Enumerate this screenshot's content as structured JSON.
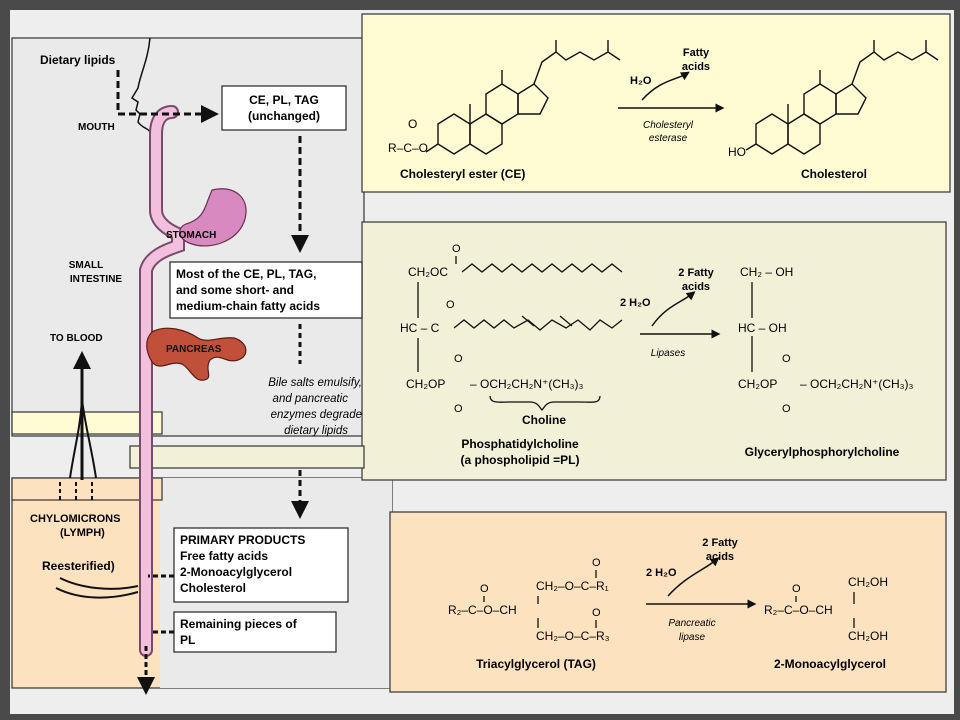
{
  "colors": {
    "frame": "#4a4a4a",
    "panel_grey": "#eeeeee",
    "panel_yellow": "#fffbd2",
    "panel_green": "#f2f1d8",
    "panel_orange": "#fde2c0",
    "intestine": "#f2c0dc",
    "stomach": "#d88ac0",
    "pancreas": "#c0503a"
  },
  "left": {
    "dietary_lipids": "Dietary lipids",
    "mouth": "MOUTH",
    "stomach": "STOMACH",
    "small_intestine_1": "SMALL",
    "small_intestine_2": "INTESTINE",
    "to_blood": "TO BLOOD",
    "pancreas": "PANCREAS",
    "chylomicrons_1": "CHYLOMICRONS",
    "chylomicrons_2": "(LYMPH)",
    "reesterified": "Reesterified)",
    "box1_l1": "CE, PL, TAG",
    "box1_l2": "(unchanged)",
    "box2_l1": "Most of the CE, PL, TAG,",
    "box2_l2": "and some short- and",
    "box2_l3": "medium-chain fatty acids",
    "bile_l1": "Bile salts emulsify,",
    "bile_l2": "and pancreatic",
    "bile_l3": "enzymes degrade",
    "bile_l4": "dietary lipids",
    "box3_l1": "PRIMARY PRODUCTS",
    "box3_l2": "Free fatty acids",
    "box3_l3": "2-Monoacylglycerol",
    "box3_l4": "Cholesterol",
    "box4_l1": "Remaining pieces of",
    "box4_l2": "PL"
  },
  "ce": {
    "rc_o": "R–C–O",
    "o_top": "O",
    "fatty": "Fatty",
    "acids": "acids",
    "h2o": "H₂O",
    "enzyme1": "Cholesteryl",
    "enzyme2": "esterase",
    "ho": "HO",
    "label_left": "Cholesteryl ester (CE)",
    "label_right": "Cholesterol"
  },
  "pl": {
    "o1": "O",
    "ch2oc": "CH₂OC",
    "hc_c": "HC – C",
    "o2": "O",
    "o3": "O",
    "ch2opo": "CH₂OP",
    "o_minus": "O",
    "choline_chain": "– OCH₂CH₂N⁺(CH₃)₃",
    "choline": "Choline",
    "fatty1": "2 Fatty",
    "fatty2": "acids",
    "h2o": "2 H₂O",
    "enzyme": "Lipases",
    "r_ch2oh": "CH₂ – OH",
    "r_hcoh": "HC – OH",
    "r_o": "O",
    "r_ch2op": "CH₂OP",
    "r_om": "O",
    "r_chain": "– OCH₂CH₂N⁺(CH₃)₃",
    "label_left_1": "Phosphatidylcholine",
    "label_left_2": "(a phospholipid =PL)",
    "label_right": "Glycerylphosphorylcholine"
  },
  "tag": {
    "o_a": "O",
    "o_b": "O",
    "o_c": "O",
    "r2cooch": "R₂–C–O–CH",
    "ch2oc_r1": "CH₂–O–C–R₁",
    "ch2oc_r3": "CH₂–O–C–R₃",
    "fatty1": "2 Fatty",
    "fatty2": "acids",
    "h2o": "2 H₂O",
    "enzyme1": "Pancreatic",
    "enzyme2": "lipase",
    "m_o": "O",
    "m_main": "R₂–C–O–CH",
    "m_top": "CH₂OH",
    "m_bot": "CH₂OH",
    "label_left": "Triacylglycerol (TAG)",
    "label_right": "2-Monoacylglycerol"
  }
}
